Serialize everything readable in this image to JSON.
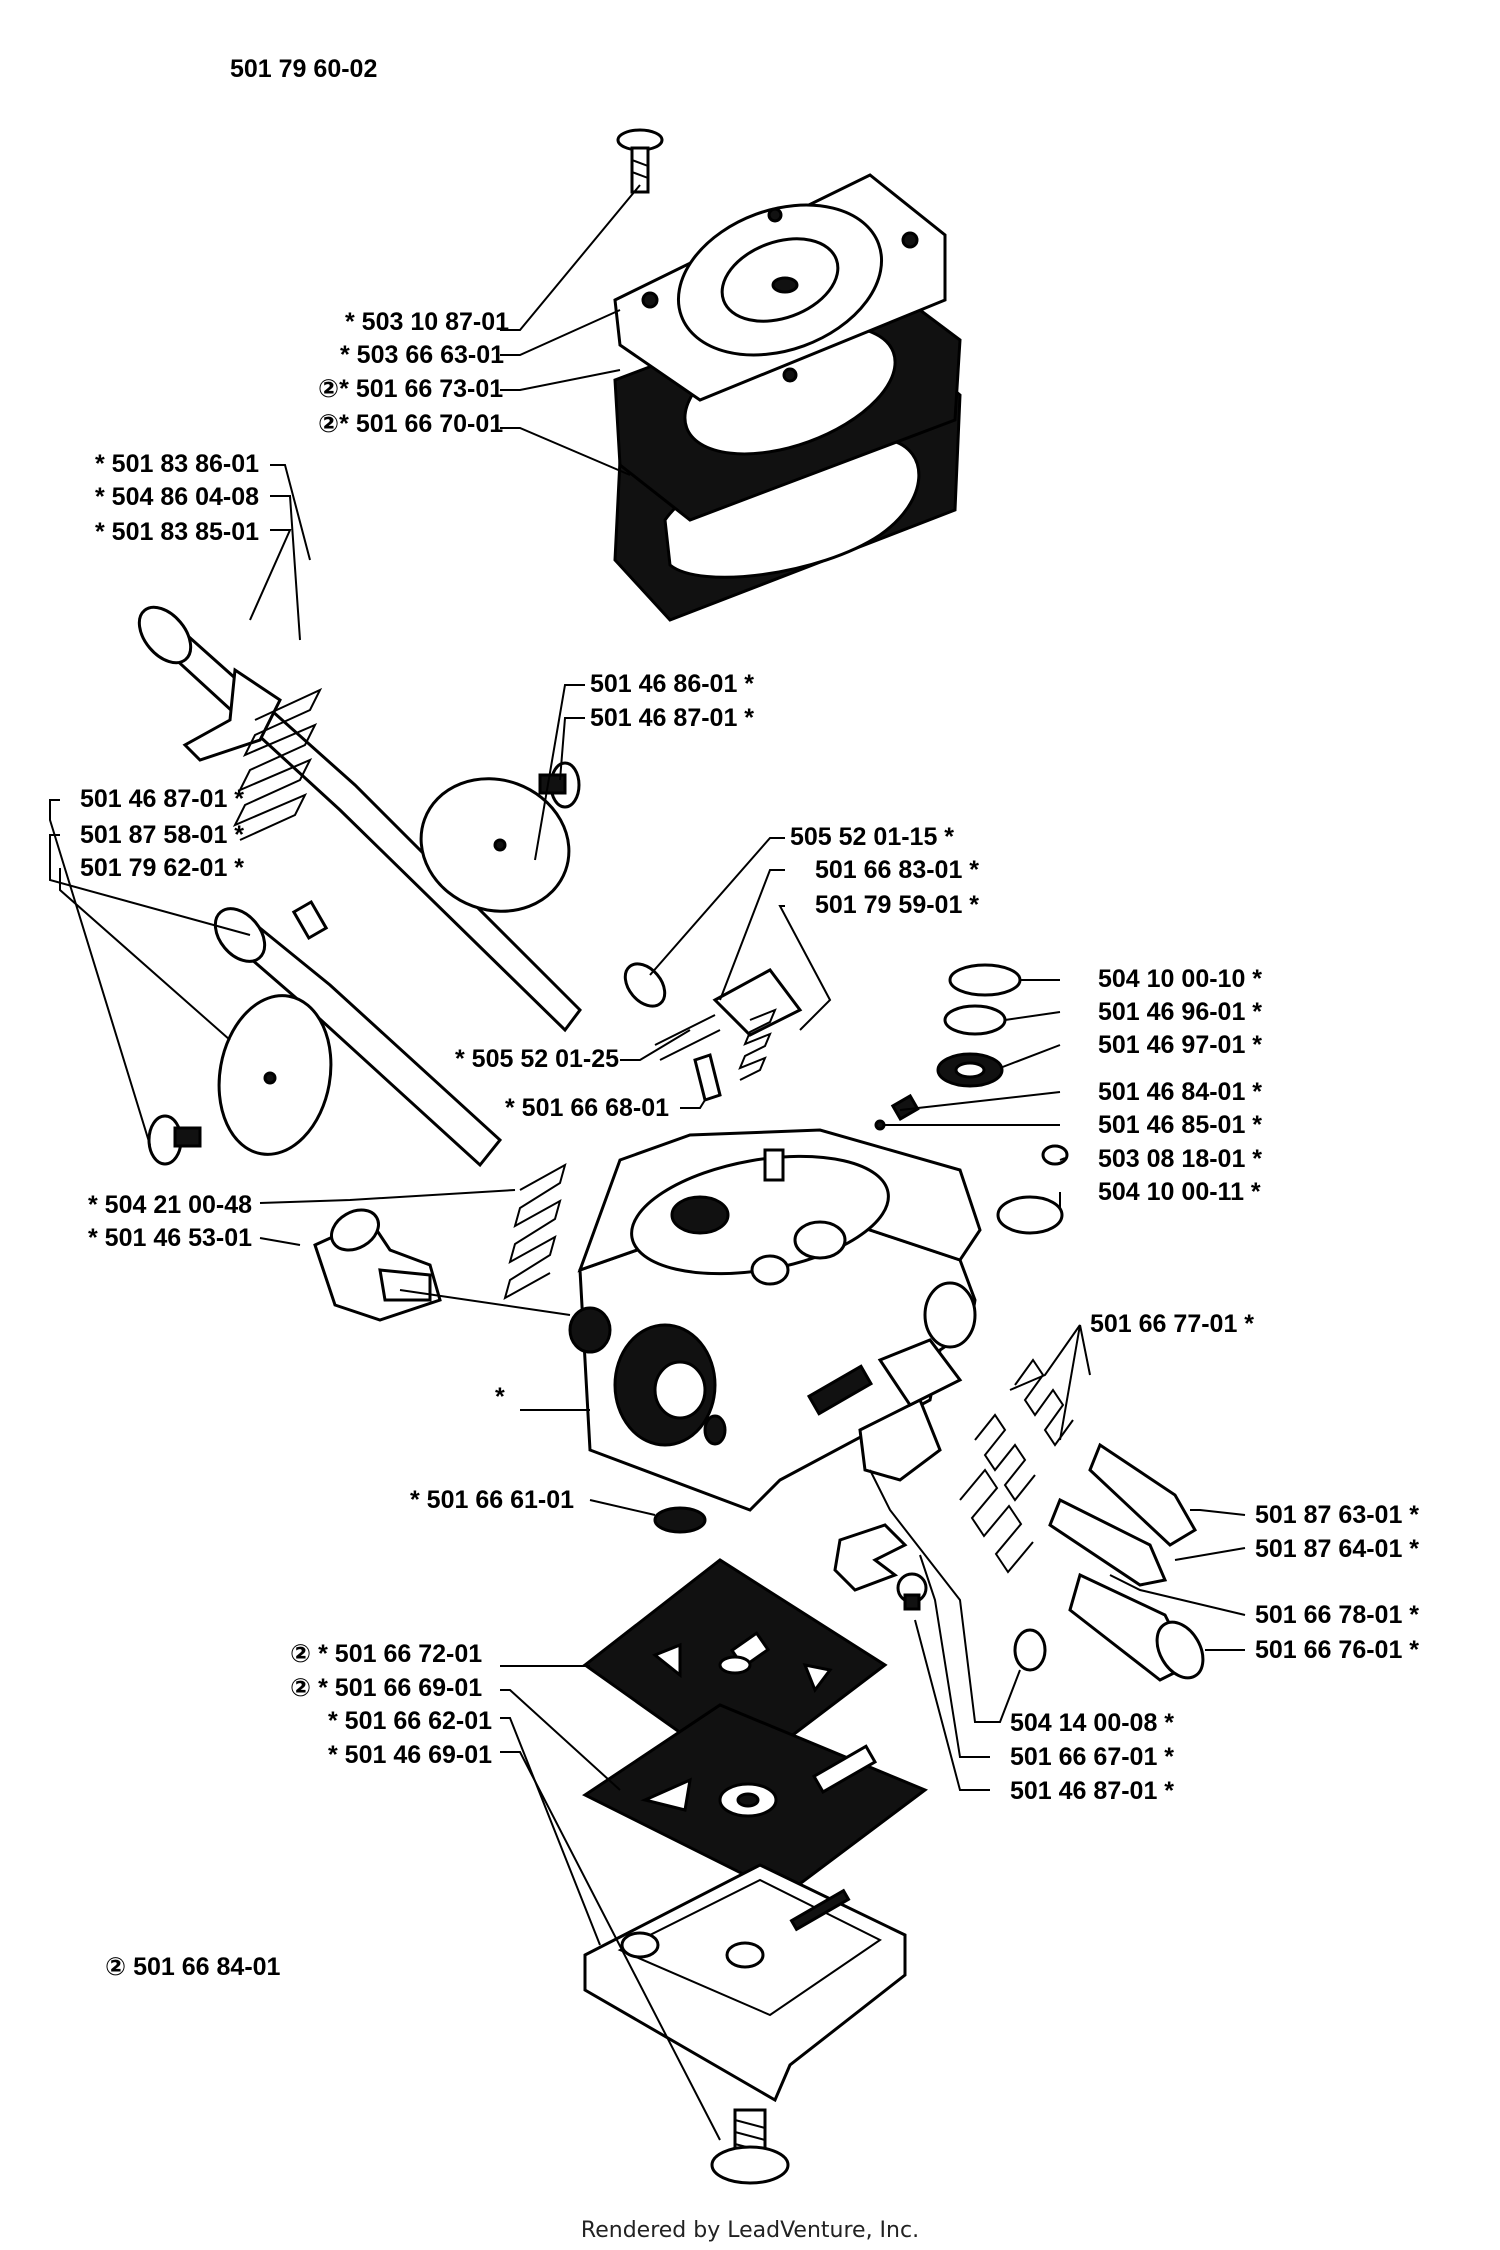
{
  "document_number": "501 79 60-02",
  "footer": "Rendered by LeadVenture, Inc.",
  "labels": [
    {
      "text": "* 503 10 87-01"
    },
    {
      "text": "* 503 66 63-01"
    },
    {
      "text": "②* 501 66 73-01"
    },
    {
      "text": "②* 501 66 70-01"
    },
    {
      "text": "* 501 83 86-01"
    },
    {
      "text": "* 504 86 04-08"
    },
    {
      "text": "* 501 83 85-01"
    },
    {
      "text": "501 46 86-01 *"
    },
    {
      "text": "501 46 87-01 *"
    },
    {
      "text": "501 46 87-01 *"
    },
    {
      "text": "501 87 58-01 *"
    },
    {
      "text": "501 79 62-01 *"
    },
    {
      "text": "505 52 01-15 *"
    },
    {
      "text": "501 66 83-01 *"
    },
    {
      "text": "501 79 59-01 *"
    },
    {
      "text": "504 10 00-10 *"
    },
    {
      "text": "501 46 96-01 *"
    },
    {
      "text": "501 46 97-01 *"
    },
    {
      "text": "* 505 52 01-25"
    },
    {
      "text": "* 501 66 68-01"
    },
    {
      "text": "501 46 84-01 *"
    },
    {
      "text": "501 46 85-01 *"
    },
    {
      "text": "503 08 18-01 *"
    },
    {
      "text": "504 10 00-11 *"
    },
    {
      "text": "* 504 21 00-48"
    },
    {
      "text": "* 501 46 53-01"
    },
    {
      "text": "501 66 77-01 *"
    },
    {
      "text": "*"
    },
    {
      "text": "* 501 66 61-01"
    },
    {
      "text": "501 87 63-01 *"
    },
    {
      "text": "501 87 64-01 *"
    },
    {
      "text": "501 66 78-01 *"
    },
    {
      "text": "501 66 76-01 *"
    },
    {
      "text": "② * 501 66 72-01"
    },
    {
      "text": "② * 501 66 69-01"
    },
    {
      "text": "* 501 66 62-01"
    },
    {
      "text": "* 501 46 69-01"
    },
    {
      "text": "504 14 00-08 *"
    },
    {
      "text": "501 66 67-01 *"
    },
    {
      "text": "501 46 87-01 *"
    },
    {
      "text": "② 501 66 84-01"
    }
  ]
}
